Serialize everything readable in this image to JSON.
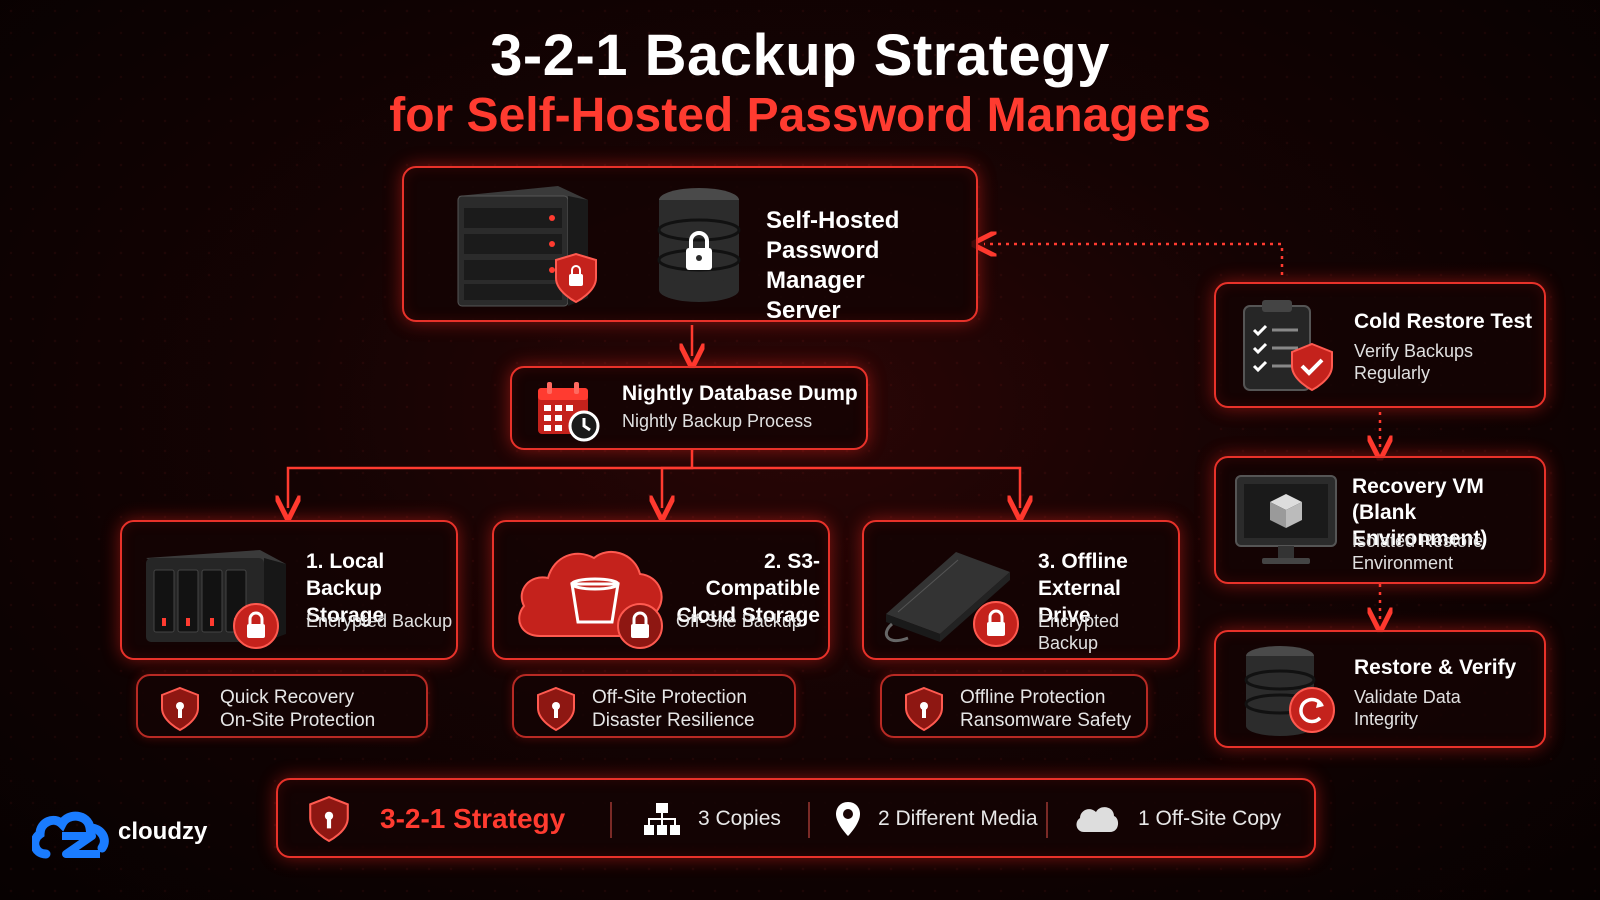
{
  "header": {
    "title": "3-2-1 Backup Strategy",
    "subtitle": "for Self-Hosted Password Managers"
  },
  "server": {
    "label_line1": "Self-Hosted",
    "label_line2": "Password Manager",
    "label_line3": "Server"
  },
  "dump": {
    "title": "Nightly Database Dump",
    "subtitle": "Nightly Backup Process"
  },
  "targets": [
    {
      "title_line1": "1. Local",
      "title_line2": "Backup Storage",
      "subtitle": "Encrypted Backup",
      "note_line1": "Quick Recovery",
      "note_line2": "On-Site Protection"
    },
    {
      "title_line1": "2. S3-Compatible",
      "title_line2": "Cloud Storage",
      "subtitle": "Off-Site Backup",
      "note_line1": "Off-Site Protection",
      "note_line2": "Disaster Resilience"
    },
    {
      "title_line1": "3. Offline",
      "title_line2": "External Drive",
      "subtitle": "Encrypted Backup",
      "note_line1": "Offline Protection",
      "note_line2": "Ransomware Safety"
    }
  ],
  "restore_flow": [
    {
      "title_line1": "Cold Restore Test",
      "title_line2": "",
      "sub_line1": "Verify Backups",
      "sub_line2": "Regularly"
    },
    {
      "title_line1": "Recovery VM",
      "title_line2": "(Blank Environment)",
      "sub_line1": "Isolated Restore",
      "sub_line2": "Environment"
    },
    {
      "title_line1": "Restore & Verify",
      "title_line2": "",
      "sub_line1": "Validate Data",
      "sub_line2": "Integrity"
    }
  ],
  "summary_bar": {
    "strategy_label": "3-2-1 Strategy",
    "copies_label": "3 Copies",
    "media_label": "2 Different Media",
    "offsite_label": "1 Off-Site Copy"
  },
  "brand": {
    "name": "cloudzy"
  },
  "colors": {
    "accent": "#e8322a",
    "accent_bright": "#ff3b30",
    "background": "#140303",
    "brand_blue": "#1a7cff"
  },
  "icons": {
    "server": "server-rack-icon",
    "database": "database-lock-icon",
    "calendar": "calendar-clock-icon",
    "nas": "nas-storage-icon",
    "cloud": "cloud-bucket-icon",
    "drive": "external-drive-icon",
    "shield": "shield-icon",
    "clipboard": "clipboard-check-icon",
    "monitor": "monitor-cube-icon",
    "restore": "database-restore-icon",
    "copies": "network-nodes-icon",
    "media": "location-pin-icon",
    "offsite": "cloud-icon"
  }
}
